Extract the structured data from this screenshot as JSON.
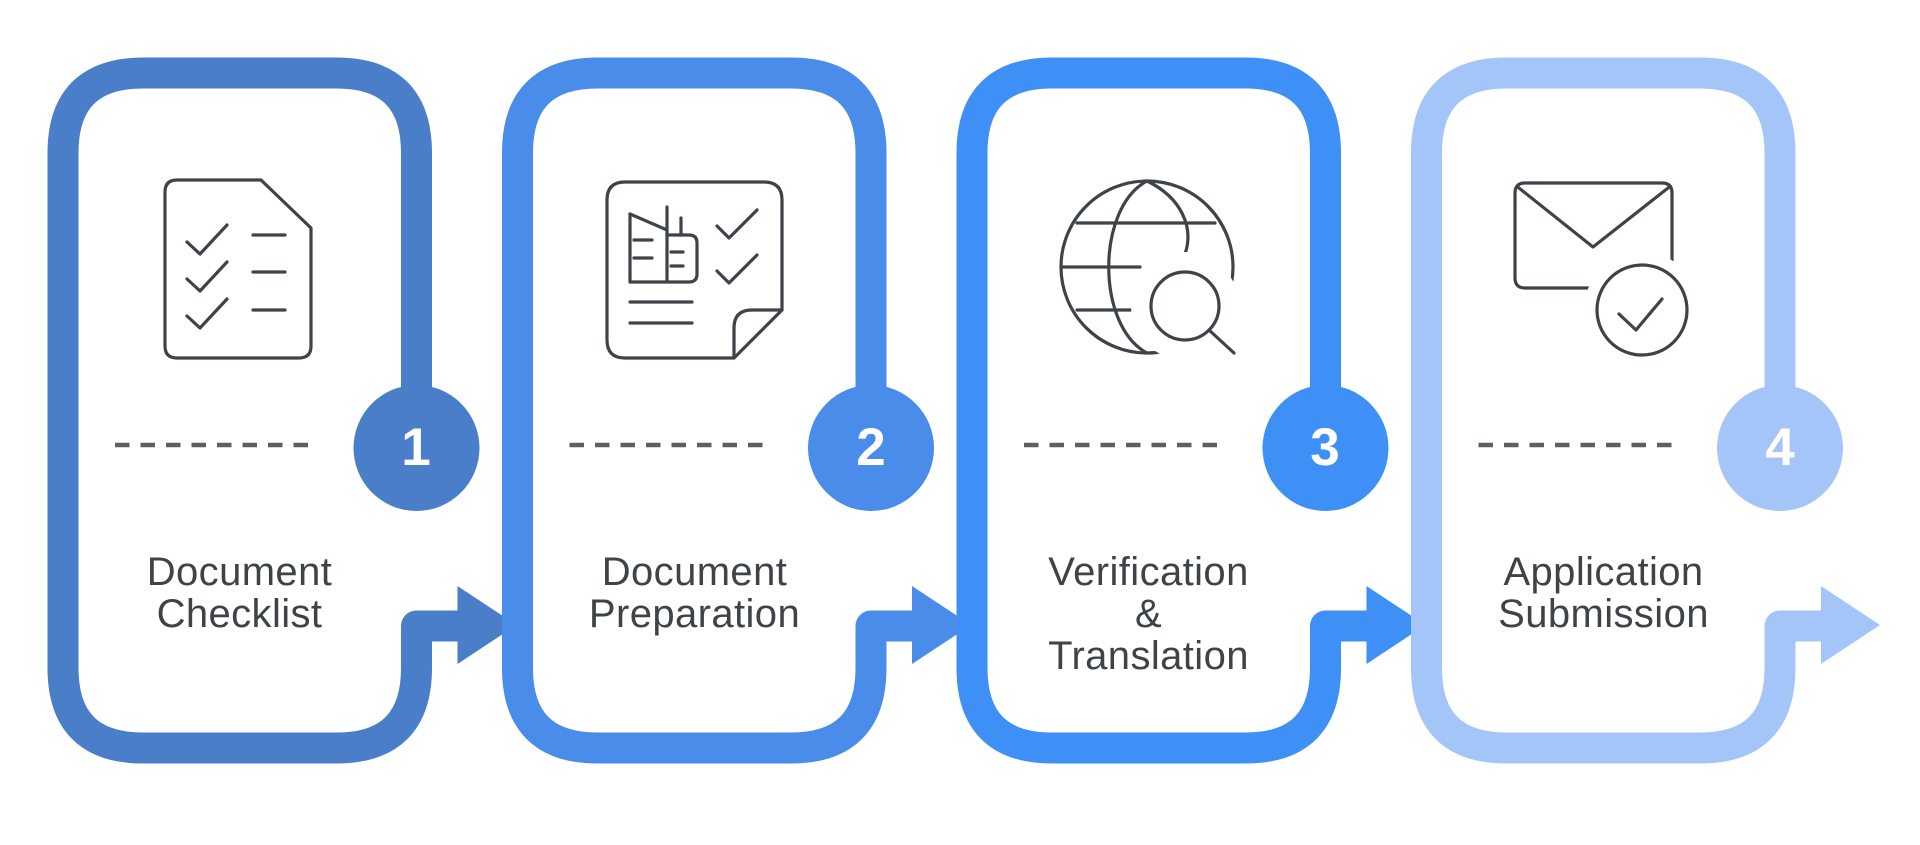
{
  "steps": [
    {
      "number": "1",
      "label": "Document\nChecklist",
      "color": "#4b7ec9",
      "icon": "checklist-document-icon"
    },
    {
      "number": "2",
      "label": "Document\nPreparation",
      "color": "#4a8ce9",
      "icon": "document-chart-check-icon"
    },
    {
      "number": "3",
      "label": "Verification\n&\nTranslation",
      "color": "#3f90f6",
      "icon": "globe-magnifier-icon"
    },
    {
      "number": "4",
      "label": "Application\nSubmission",
      "color": "#a4c5f8",
      "icon": "mail-check-icon"
    }
  ],
  "styles": {
    "background": "#ffffff",
    "label_color": "#3e4347",
    "number_color": "#ffffff",
    "icon_stroke": "#3e434a",
    "dash_color": "#5c6063"
  }
}
